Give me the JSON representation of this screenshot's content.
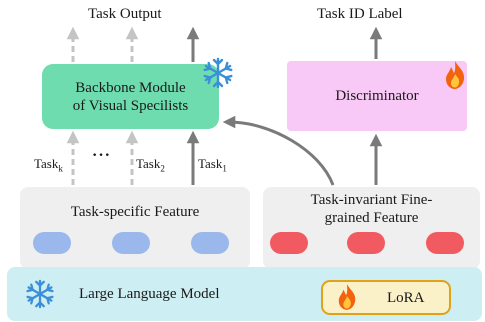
{
  "labels": {
    "task_output": "Task Output",
    "task_id_label": "Task ID Label"
  },
  "backbone": {
    "line1": "Backbone Module",
    "line2": "of Visual Specilists",
    "state_icon": "snowflake-icon"
  },
  "discriminator": {
    "label": "Discriminator",
    "state_icon": "flame-icon"
  },
  "tasks": {
    "task_k": {
      "base": "Task",
      "sub": "k"
    },
    "dots": "···",
    "task_2": {
      "base": "Task",
      "sub": "2"
    },
    "task_1": {
      "base": "Task",
      "sub": "1"
    }
  },
  "task_specific": {
    "label": "Task-specific Feature"
  },
  "task_invariant": {
    "line1": "Task-invariant Fine-",
    "line2": "grained Feature"
  },
  "llm": {
    "label": "Large Language Model",
    "state_icon": "snowflake-icon"
  },
  "lora": {
    "label": "LoRA",
    "state_icon": "flame-icon"
  },
  "colors": {
    "backbone": "#6fdcb0",
    "discriminator": "#f8c8f6",
    "feature_panel": "#efefef",
    "llm_band": "#cdeef3",
    "lora_fill": "#fbf1c9",
    "lora_border": "#e0a21a",
    "task_specific_token": "#9ab8ec",
    "task_invariant_token": "#f25a62",
    "arrow_active": "#7a7a7a",
    "arrow_inactive": "#c4c4c4",
    "snowflake": "#3a8fd8",
    "flame": "#f2620f"
  }
}
